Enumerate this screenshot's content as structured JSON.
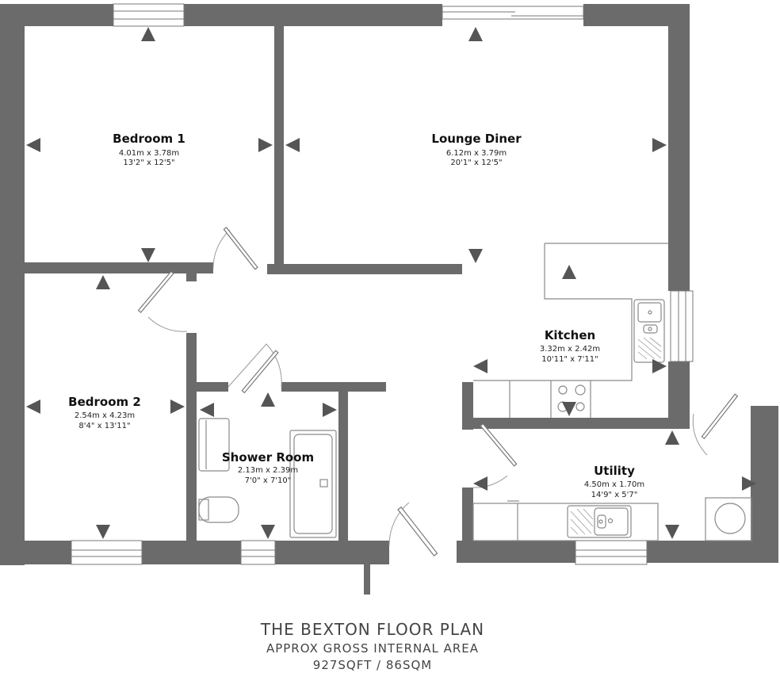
{
  "rooms": {
    "bedroom1": {
      "name": "Bedroom 1",
      "metric": "4.01m x 3.78m",
      "imperial": "13'2\" x 12'5\""
    },
    "lounge": {
      "name": "Lounge Diner",
      "metric": "6.12m x 3.79m",
      "imperial": "20'1\" x 12'5\""
    },
    "kitchen": {
      "name": "Kitchen",
      "metric": "3.32m x 2.42m",
      "imperial": "10'11\" x 7'11\""
    },
    "bedroom2": {
      "name": "Bedroom 2",
      "metric": "2.54m x 4.23m",
      "imperial": "8'4\" x 13'11\""
    },
    "shower": {
      "name": "Shower Room",
      "metric": "2.13m x 2.39m",
      "imperial": "7'0\" x 7'10\""
    },
    "utility": {
      "name": "Utility",
      "metric": "4.50m x 1.70m",
      "imperial": "14'9\" x 5'7\""
    }
  },
  "footer": {
    "title": "THE BEXTON FLOOR PLAN",
    "subtitle": "APPROX GROSS INTERNAL AREA",
    "area": "927SQFT / 86SQM"
  },
  "colors": {
    "wall": "#6b6b6b",
    "arrow": "#555555",
    "fixture": "#8a8a8a"
  }
}
